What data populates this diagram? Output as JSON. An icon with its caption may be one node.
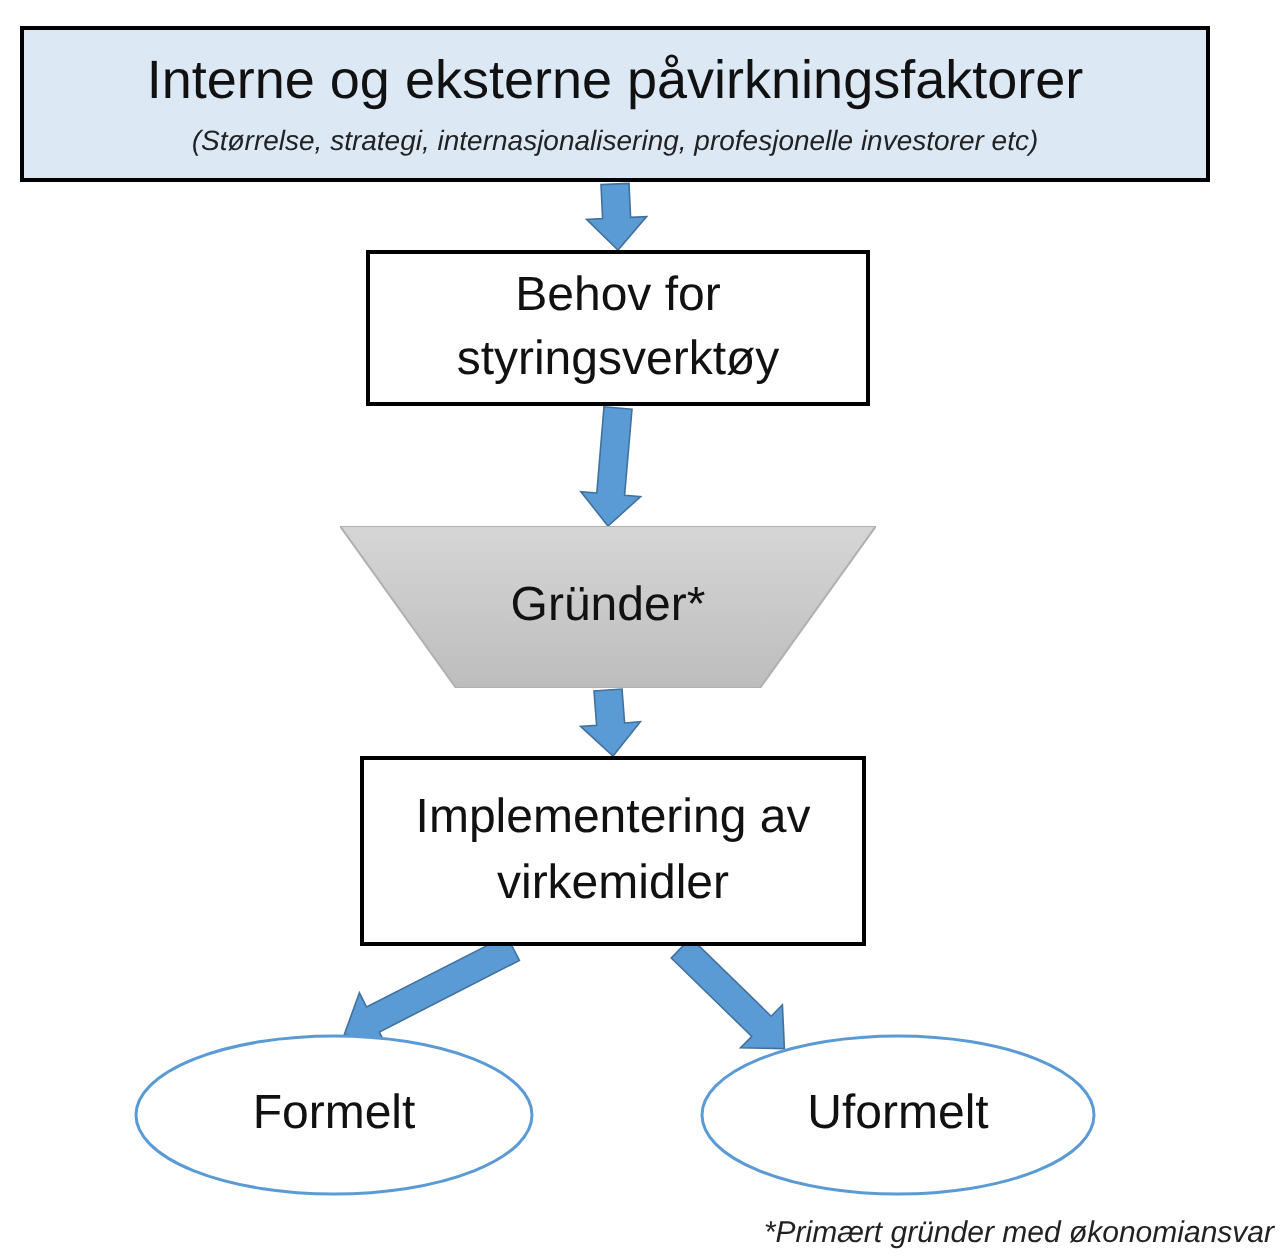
{
  "diagram": {
    "nodes": [
      {
        "text": [
          "Interne og eksterne påvirkningsfaktorer",
          "(Størrelse, strategi, internasjonalisering, profesjonelle investorer etc)"
        ]
      },
      {
        "text": [
          "Behov for styringsverktøy"
        ]
      },
      {
        "text": [
          "Gründer*"
        ]
      },
      {
        "text": [
          "Implementering av virkemidler"
        ]
      },
      {
        "text": [
          "Formelt"
        ]
      },
      {
        "text": [
          "Uformelt"
        ]
      }
    ],
    "edges": [
      {
        "from": 0,
        "to": 1,
        "arrow": "to"
      },
      {
        "from": 1,
        "to": 2,
        "arrow": "to"
      },
      {
        "from": 2,
        "to": 3,
        "arrow": "to"
      },
      {
        "from": 3,
        "to": 4,
        "arrow": "to"
      },
      {
        "from": 3,
        "to": 5,
        "arrow": "to"
      }
    ],
    "labels": [
      "*Primært gründer med økonomiansvar"
    ]
  }
}
